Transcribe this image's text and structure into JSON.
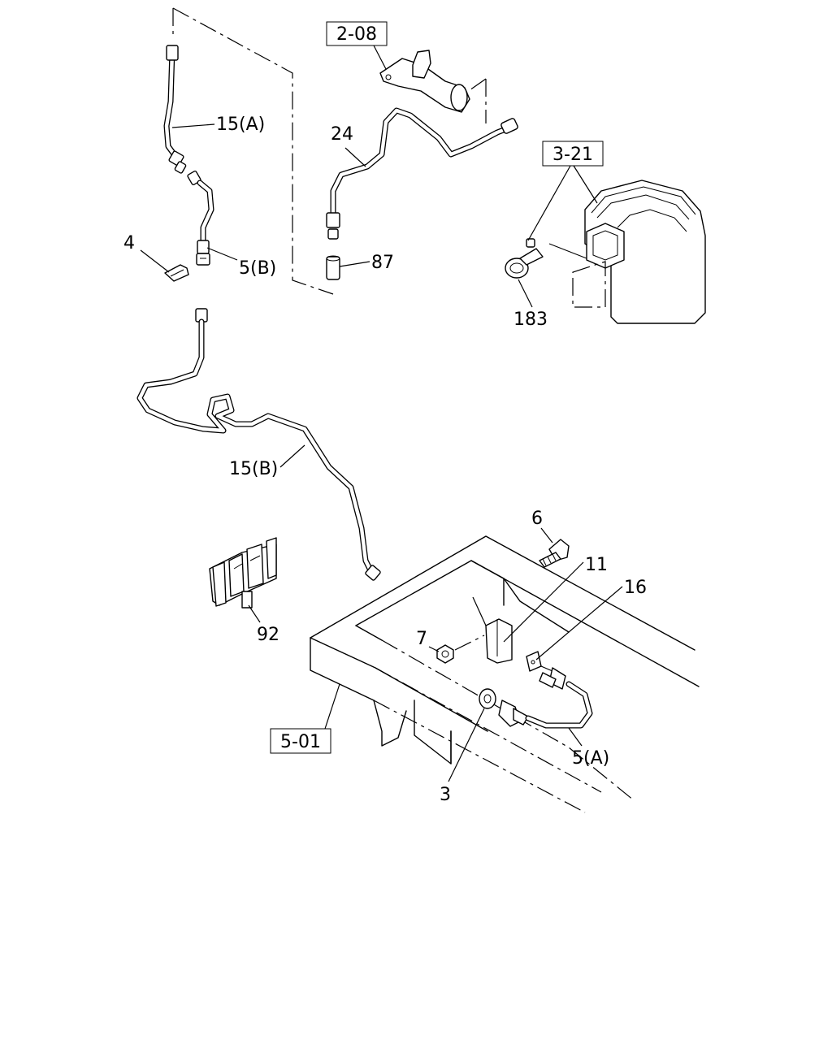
{
  "callouts": {
    "ref_2_08": "2-08",
    "ref_3_21": "3-21",
    "ref_5_01": "5-01",
    "part_15a": "15(A)",
    "part_24": "24",
    "part_4": "4",
    "part_5b": "5(B)",
    "part_87": "87",
    "part_183": "183",
    "part_15b": "15(B)",
    "part_6": "6",
    "part_11": "11",
    "part_16": "16",
    "part_7": "7",
    "part_92": "92",
    "part_3": "3",
    "part_5a": "5(A)"
  }
}
